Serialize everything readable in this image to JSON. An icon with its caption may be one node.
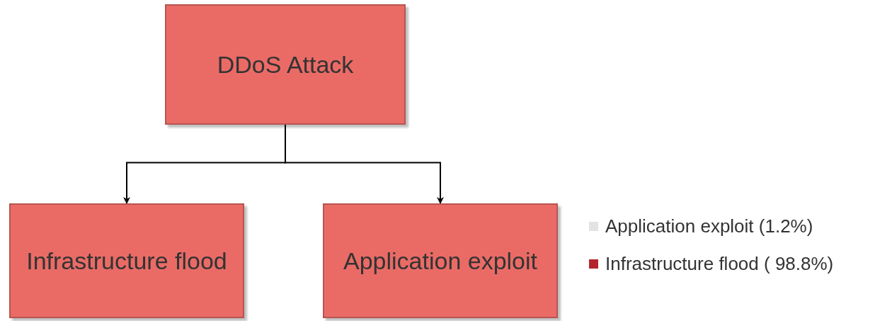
{
  "diagram": {
    "nodes": [
      {
        "text": [
          "DDoS Attack"
        ]
      },
      {
        "text": [
          "Infrastructure flood"
        ]
      },
      {
        "text": [
          "Application exploit"
        ]
      }
    ],
    "edges": [
      {
        "from": 0,
        "to": 1,
        "arrow": "to"
      },
      {
        "from": 0,
        "to": 2,
        "arrow": "to"
      }
    ],
    "legend": [
      {
        "text": "Application exploit (1.2%)",
        "color": "#e3e3e3"
      },
      {
        "text": "Infrastructure flood ( 98.8%)",
        "color": "#b3262e"
      }
    ]
  }
}
